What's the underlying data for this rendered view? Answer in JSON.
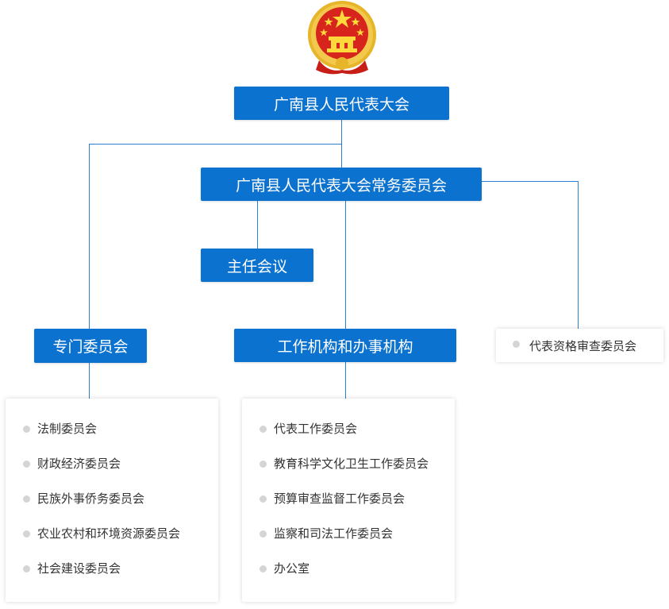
{
  "colors": {
    "box": "#0b72cf",
    "line": "#2a7fd0",
    "bullet": "#d5d5d5",
    "text": "#333333"
  },
  "emblem": {
    "icon": "national-emblem-icon"
  },
  "nodes": {
    "congress": "广南县人民代表大会",
    "standing_committee": "广南县人民代表大会常务委员会",
    "directors_meeting": "主任会议",
    "special_committees": "专门委员会",
    "working_bodies": "工作机构和办事机构",
    "credentials_committee": "代表资格审查委员会"
  },
  "special_committees_list": [
    "法制委员会",
    "财政经济委员会",
    "民族外事侨务委员会",
    "农业农村和环境资源委员会",
    "社会建设委员会"
  ],
  "working_bodies_list": [
    "代表工作委员会",
    "教育科学文化卫生工作委员会",
    "预算审查监督工作委员会",
    "监察和司法工作委员会",
    "办公室"
  ]
}
